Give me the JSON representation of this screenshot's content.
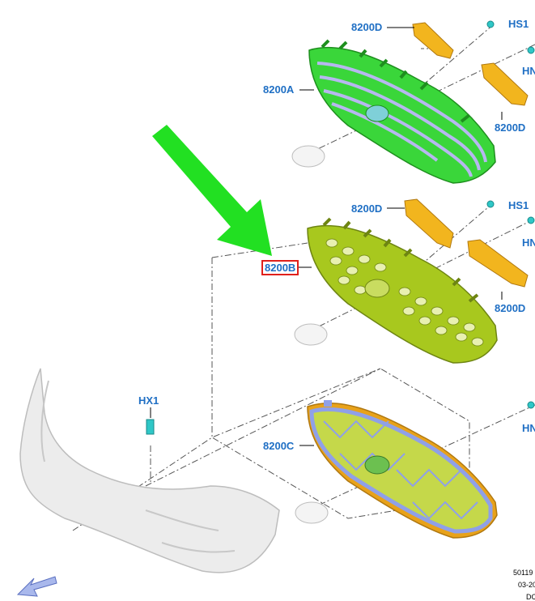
{
  "callouts": {
    "deflector_top_left": "8200D",
    "clip_top": "HS1",
    "clip_top_right": "HN",
    "grille_a": "8200A",
    "deflector_top_right": "8200D",
    "deflector_mid_left": "8200D",
    "clip_mid": "HS1",
    "clip_mid_right": "HN",
    "grille_b": "8200B",
    "deflector_mid_right": "8200D",
    "bumper_clip": "HX1",
    "grille_c": "8200C",
    "clip_bottom_right": "HN"
  },
  "meta": {
    "line1": "50119",
    "line2": "03-20",
    "line3": "DC"
  },
  "highlight": {
    "arrow_color": "#22dd22",
    "box_color": "#e0201b",
    "target": "8200B"
  },
  "colors": {
    "grille_a": "#3ad63a",
    "grille_b": "#a8c81e",
    "grille_c_frame": "#8fa0e8",
    "deflector": "#f2b51e",
    "label": "#1f6fc4",
    "clip": "#2fc7c7",
    "bumper": "#e6e6e6"
  }
}
